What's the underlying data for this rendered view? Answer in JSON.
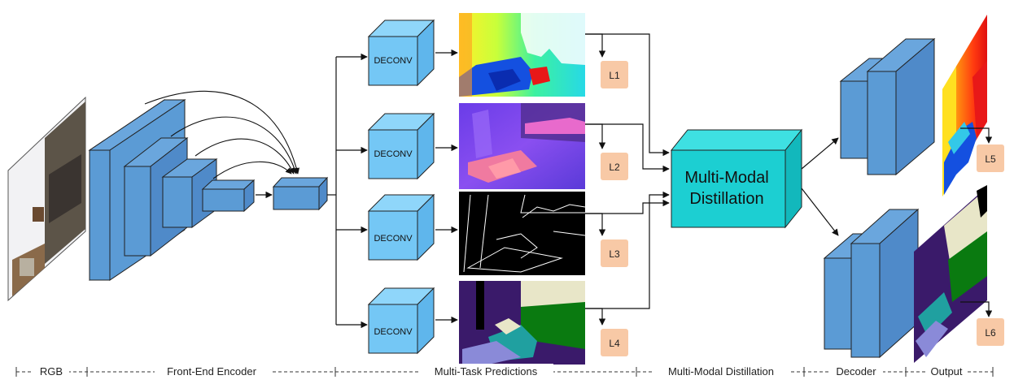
{
  "deconv_label": "DECONV",
  "losses": [
    "L1",
    "L2",
    "L3",
    "L4",
    "L5",
    "L6"
  ],
  "distillation_block": {
    "line1": "Multi-Modal",
    "line2": "Distillation"
  },
  "stages": [
    "RGB",
    "Front-End Encoder",
    "Multi-Task Predictions",
    "Multi-Modal Distillation",
    "Decoder",
    "Output"
  ],
  "colors": {
    "encoder_blue": "#5b9bd5",
    "deconv_blue": "#74c7f5",
    "distillation_teal": "#1ccfd2",
    "loss_box": "#f8c9a6"
  }
}
